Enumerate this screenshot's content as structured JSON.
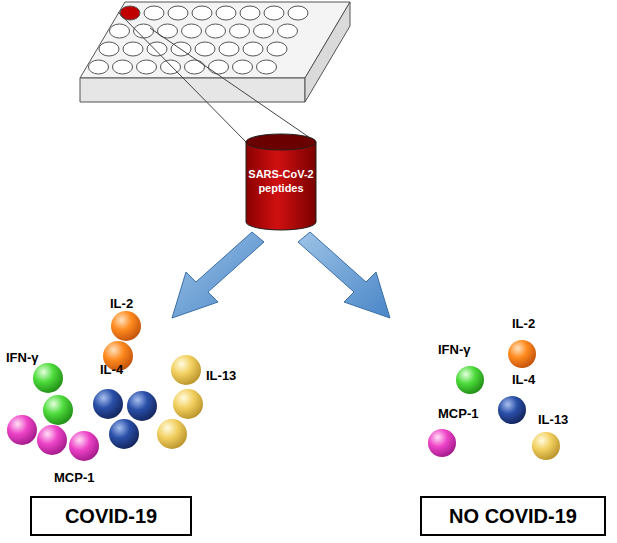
{
  "diagram": {
    "nodes": [
      {
        "text": [
          "SARS-CoV-2 peptides"
        ]
      },
      {
        "text": [
          "COVID-19"
        ]
      },
      {
        "text": [
          "NO COVID-19"
        ]
      }
    ],
    "labels": [
      "IL-2",
      "IFN-γ",
      "IL-4",
      "IL-13",
      "MCP-1",
      "IFN-γ",
      "IL-2",
      "IL-4",
      "MCP-1",
      "IL-13"
    ]
  }
}
